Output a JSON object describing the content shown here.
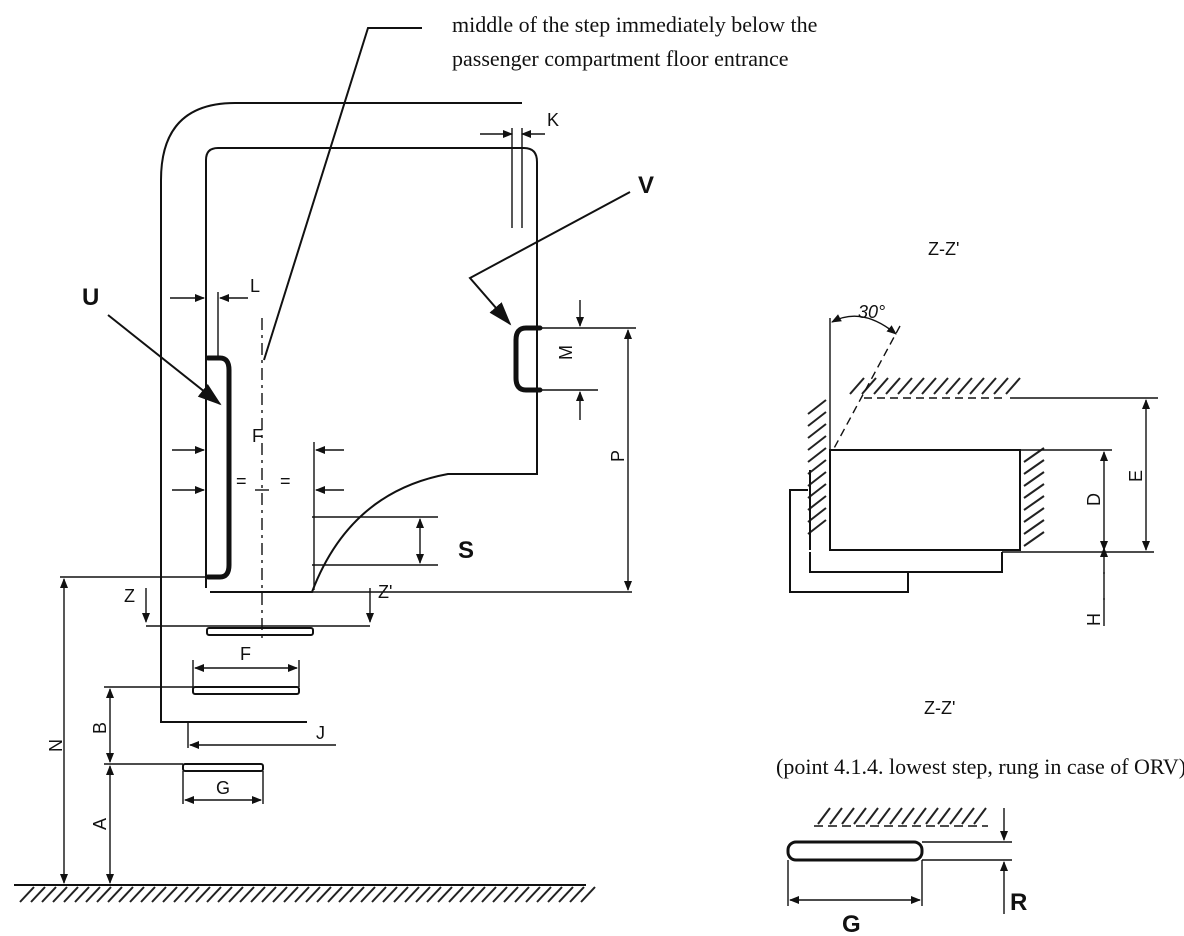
{
  "annotations": {
    "top_note_line1": "middle of the step immediately below the",
    "top_note_line2": "passenger compartment floor entrance",
    "section_title_1": "Z-Z'",
    "section_title_2": "Z-Z'",
    "section_note": "(point 4.1.4. lowest step, rung in case of ORV)"
  },
  "labels": {
    "K": "K",
    "V": "V",
    "U": "U",
    "L": "L",
    "M": "M",
    "P": "P",
    "F_upper": "F",
    "eq_left": "=",
    "eq_right": "=",
    "S": "S",
    "Z": "Z",
    "Z_prime": "Z'",
    "F_lower": "F",
    "B": "B",
    "J": "J",
    "N": "N",
    "A": "A",
    "G_left": "G",
    "angle": "30°",
    "E": "E",
    "D": "D",
    "H": "H",
    "G_right": "G",
    "R": "R"
  }
}
